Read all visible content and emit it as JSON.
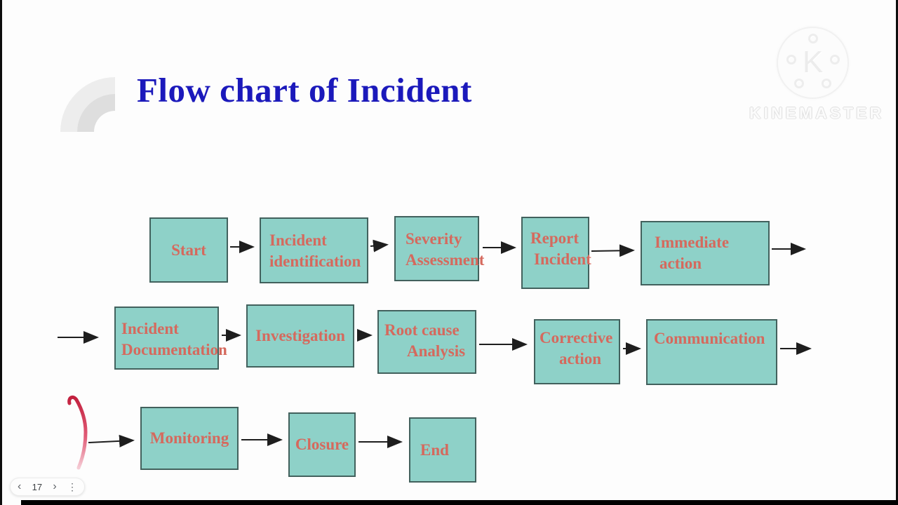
{
  "slide": {
    "title": "Flow chart of Incident"
  },
  "watermark": {
    "wordmark": "KINEMASTER",
    "logo_letter": "K"
  },
  "page_nav": {
    "prev": "‹",
    "page": "17",
    "next": "›",
    "more": "⋮"
  },
  "colors": {
    "box_fill": "#8ed1c8",
    "box_border": "#42615d",
    "box_text": "#d5695d",
    "title_text": "#1b19bb",
    "arrow": "#1e1e1e",
    "annotation_red": "#c81e3e"
  },
  "flowchart": {
    "boxes": [
      {
        "id": "start",
        "line1": "Start"
      },
      {
        "id": "incident-identification",
        "line1": "Incident",
        "line2": "identification"
      },
      {
        "id": "severity-assessment",
        "line1": "Severity",
        "line2": "Assessment"
      },
      {
        "id": "report-incident",
        "line1": "Report",
        "line2": "Incident"
      },
      {
        "id": "immediate-action",
        "line1": "Immediate",
        "line2": "action"
      },
      {
        "id": "incident-documentation",
        "line1": "Incident",
        "line2": "Documentation"
      },
      {
        "id": "investigation",
        "line1": "Investigation"
      },
      {
        "id": "root-cause-analysis",
        "line1": "Root cause",
        "line2": "Analysis"
      },
      {
        "id": "corrective-action",
        "line1": "Corrective",
        "line2": "action"
      },
      {
        "id": "communication",
        "line1": "Communication"
      },
      {
        "id": "monitoring",
        "line1": "Monitoring"
      },
      {
        "id": "closure",
        "line1": "Closure"
      },
      {
        "id": "end",
        "line1": "End"
      }
    ]
  }
}
